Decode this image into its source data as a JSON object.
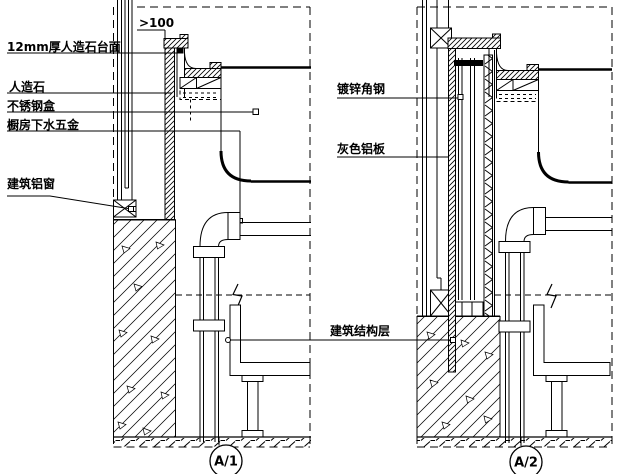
{
  "labels": {
    "countertop": "12mm厚人造石台面",
    "artificial_stone": "人造石",
    "stainless_box": "不锈钢盒",
    "drain_hardware": "橱房下水五金",
    "aluminum_window": "建筑铝窗",
    "galvanized_angle": "镀锌角钢",
    "gray_aluminum_panel": "灰色铝板",
    "structure_layer": "建筑结构层"
  },
  "dimensions": {
    "window_to_wall_gap": ">100"
  },
  "section_markers": {
    "left": "A/1",
    "right": "A/2"
  },
  "colors": {
    "line": "#000000",
    "background": "#ffffff"
  }
}
